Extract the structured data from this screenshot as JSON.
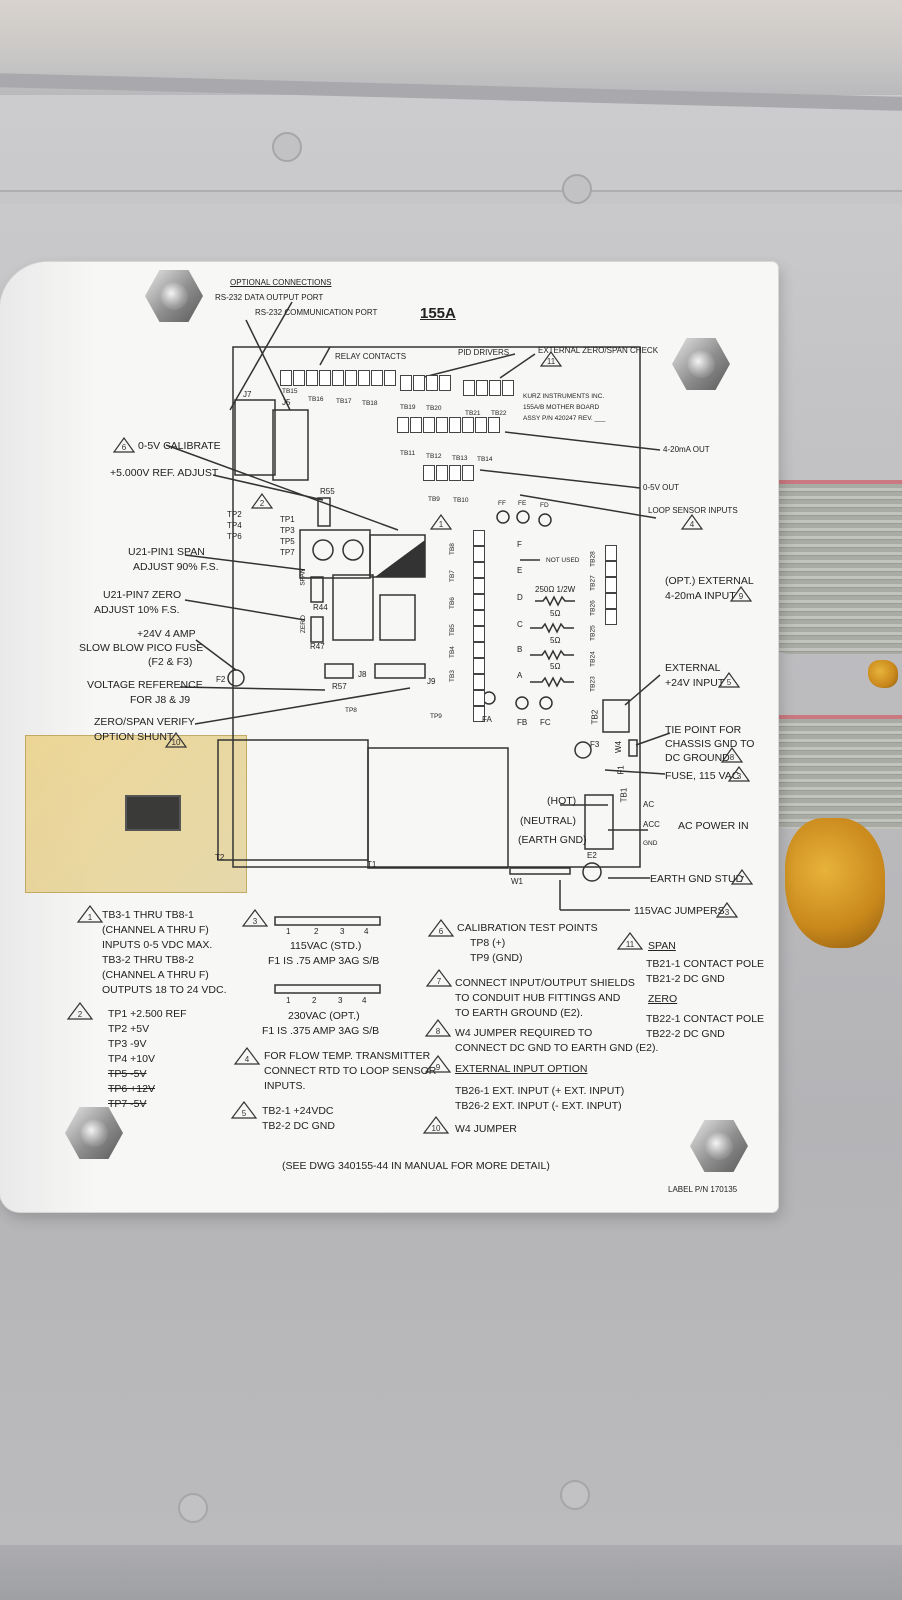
{
  "label": {
    "title": "155A",
    "optional_connections": "OPTIONAL CONNECTIONS",
    "rs232_data": "RS-232 DATA OUTPUT PORT",
    "rs232_comm": "RS-232 COMMUNICATION PORT",
    "relay_contacts": "RELAY CONTACTS",
    "pid_drivers": "PID DRIVERS",
    "ext_zero_span": "EXTERNAL ZERO/SPAN CHECK",
    "company": "KURZ INSTRUMENTS INC.",
    "board": "155A/B MOTHER BOARD",
    "assy": "ASSY P/N 420247 REV. ___",
    "out_4_20": "4-20mA OUT",
    "out_0_5": "0-5V OUT",
    "loop_sensor_inputs": "LOOP SENSOR INPUTS",
    "calibrate": "0-5V CALIBRATE",
    "ref_adjust": "+5.000V REF. ADJUST",
    "span_adjust_1": "U21-PIN1 SPAN",
    "span_adjust_2": "ADJUST 90% F.S.",
    "zero_adjust_1": "U21-PIN7 ZERO",
    "zero_adjust_2": "ADJUST 10% F.S.",
    "fuse_1": "+24V 4 AMP",
    "fuse_2": "SLOW BLOW PICO FUSE",
    "fuse_3": "(F2 & F3)",
    "vref_1": "VOLTAGE REFERENCE",
    "vref_2": "FOR J8 & J9",
    "shunt_1": "ZERO/SPAN VERIFY",
    "shunt_2": "OPTION SHUNT",
    "ext_4_20_1": "(OPT.) EXTERNAL",
    "ext_4_20_2": "4-20mA INPUT",
    "ext_24v_1": "EXTERNAL",
    "ext_24v_2": "+24V INPUT",
    "tie_1": "TIE POINT FOR",
    "tie_2": "CHASSIS GND TO",
    "tie_3": "DC GROUND",
    "fuse115": "FUSE, 115 VAC",
    "ac_power": "AC POWER IN",
    "hot": "(HOT)",
    "neutral": "(NEUTRAL)",
    "earth": "(EARTH GND)",
    "ac": "AC",
    "acc": "ACC",
    "gnd": "GND",
    "earth_stud": "EARTH GND STUD",
    "jumpers": "115VAC JUMPERS",
    "not_used": "NOT USED",
    "resistor": "250Ω 1/2W",
    "ohm5": "5Ω",
    "channels": [
      "F",
      "E",
      "D",
      "C",
      "B",
      "A"
    ],
    "tb_top": [
      "TB15",
      "TB16",
      "TB17",
      "TB18",
      "TB19",
      "TB20",
      "TB21",
      "TB22"
    ],
    "tb_mid": [
      "TB11",
      "TB12",
      "TB13",
      "TB14"
    ],
    "tb_low": [
      "TB9",
      "TB10"
    ],
    "tb_left": [
      "TB8",
      "TB7",
      "TB6",
      "TB5",
      "TB4",
      "TB3"
    ],
    "tb_right": [
      "TB28",
      "TB27",
      "TB26",
      "TB25",
      "TB24",
      "TB23"
    ],
    "tp_left": [
      "TP2",
      "TP4",
      "TP6"
    ],
    "tp_right": [
      "TP1",
      "TP3",
      "TP5",
      "TP7"
    ],
    "parts": {
      "j7": "J7",
      "j5": "J5",
      "r55": "R55",
      "r44": "R44",
      "r47": "R47",
      "r57": "R57",
      "j8": "J8",
      "j9": "J9",
      "tp8": "TP8",
      "tp9": "TP9",
      "f2": "F2",
      "f3": "F3",
      "fa": "FA",
      "fb": "FB",
      "fc": "FC",
      "ff": "FF",
      "fe": "FE",
      "fd": "FD",
      "tb2": "TB2",
      "tb1": "TB1",
      "w4": "W4",
      "f1": "F1",
      "e2": "E2",
      "w1": "W1",
      "t1": "T1",
      "t2": "T2",
      "span": "SPAN",
      "zero": "ZERO"
    },
    "notes": {
      "n1": [
        "TB3-1 THRU TB8-1",
        "(CHANNEL A THRU F)",
        "INPUTS 0-5 VDC MAX.",
        "TB3-2 THRU TB8-2",
        "(CHANNEL A THRU F)",
        "OUTPUTS 18 TO 24 VDC."
      ],
      "n2": [
        "TP1 +2.500 REF",
        "TP2 +5V",
        "TP3 -9V",
        "TP4 +10V",
        "TP5 -5V",
        "TP6 +12V",
        "TP7 -5V"
      ],
      "n3_std": "115VAC (STD.)",
      "n3_std_fuse": "F1 IS .75 AMP 3AG S/B",
      "n3_opt": "230VAC (OPT.)",
      "n3_opt_fuse": "F1 IS .375 AMP 3AG S/B",
      "n3_nums": [
        "1",
        "2",
        "3",
        "4"
      ],
      "n4": [
        "FOR FLOW TEMP. TRANSMITTER",
        "CONNECT RTD TO LOOP SENSOR",
        "INPUTS."
      ],
      "n5": [
        "TB2-1 +24VDC",
        "TB2-2 DC GND"
      ],
      "n6": [
        "CALIBRATION TEST POINTS",
        "TP8 (+)",
        "TP9 (GND)"
      ],
      "n7": [
        "CONNECT INPUT/OUTPUT SHIELDS",
        "TO CONDUIT HUB FITTINGS AND",
        "TO EARTH GROUND (E2)."
      ],
      "n8": [
        "W4 JUMPER REQUIRED TO",
        "CONNECT DC GND TO EARTH GND (E2)."
      ],
      "n9_title": "EXTERNAL INPUT OPTION",
      "n9": [
        "TB26-1 EXT. INPUT (+ EXT. INPUT)",
        "TB26-2 EXT. INPUT (- EXT. INPUT)"
      ],
      "n10": "W4 JUMPER",
      "n11_span": "SPAN",
      "n11_span_lines": [
        "TB21-1 CONTACT POLE",
        "TB21-2 DC GND"
      ],
      "n11_zero": "ZERO",
      "n11_zero_lines": [
        "TB22-1 CONTACT POLE",
        "TB22-2 DC GND"
      ]
    },
    "footer": "(SEE DWG 340155-44 IN MANUAL FOR MORE DETAIL)",
    "label_pn": "LABEL P/N 170135",
    "tri_nums": {
      "t1": "1",
      "t2": "2",
      "t3": "3",
      "t4": "4",
      "t5": "5",
      "t6": "6",
      "t7": "7",
      "t8": "8",
      "t9": "9",
      "t10": "10",
      "t11": "11"
    }
  }
}
